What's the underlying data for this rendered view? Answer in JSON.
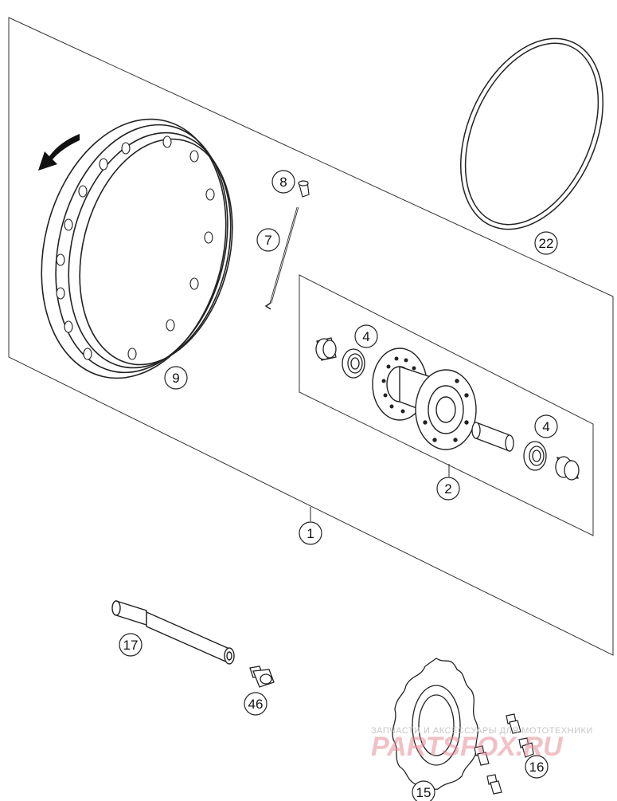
{
  "callouts": {
    "c1": "1",
    "c2": "2",
    "c4a": "4",
    "c4b": "4",
    "c7": "7",
    "c8": "8",
    "c9": "9",
    "c15": "15",
    "c16": "16",
    "c17": "17",
    "c22": "22",
    "c46": "46"
  },
  "watermark": {
    "tagline": "ЗАПЧАСТИ И АКСЕССУАРЫ ДЛЯ МОТОТЕХНИКИ",
    "brand": "PARTSFOX.RU"
  },
  "colors": {
    "line": "#222222",
    "watermark_red": "#e88c96"
  }
}
